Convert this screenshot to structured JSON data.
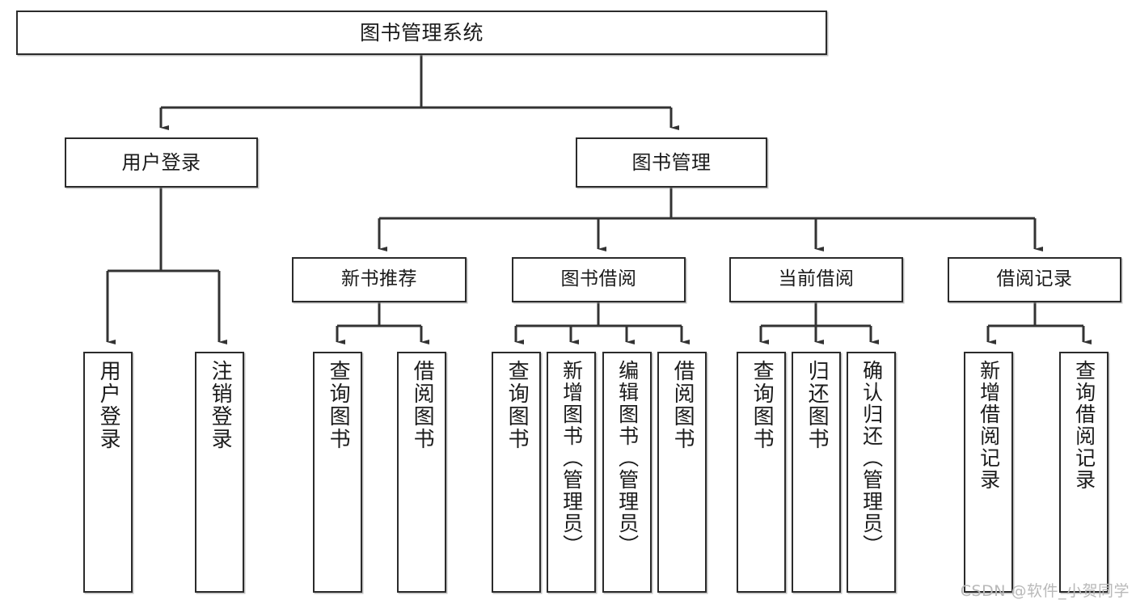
{
  "diagram": {
    "type": "tree-hierarchy-flowchart",
    "title": "图书管理系统",
    "watermark": "CSDN @软件_小贺同学",
    "colors": {
      "box_border": "#2b2b2b",
      "box_fill": "#ffffff",
      "connector": "#333333",
      "text": "#1b1b1b",
      "watermark": "#b9b9b9"
    },
    "root": {
      "label": "图书管理系统"
    },
    "level2": [
      {
        "label": "用户登录"
      },
      {
        "label": "图书管理"
      }
    ],
    "level3": [
      {
        "label": "新书推荐"
      },
      {
        "label": "图书借阅"
      },
      {
        "label": "当前借阅"
      },
      {
        "label": "借阅记录"
      }
    ],
    "leaves": {
      "user_login": [
        {
          "label": "用户登录"
        },
        {
          "label": "注销登录"
        }
      ],
      "new_book_recommend": [
        {
          "label": "查询图书"
        },
        {
          "label": "借阅图书"
        }
      ],
      "book_borrow": [
        {
          "label": "查询图书"
        },
        {
          "label": "新增图书（管理员）"
        },
        {
          "label": "编辑图书（管理员）"
        },
        {
          "label": "借阅图书"
        }
      ],
      "current_borrow": [
        {
          "label": "查询图书"
        },
        {
          "label": "归还图书"
        },
        {
          "label": "确认归还（管理员）"
        }
      ],
      "borrow_record": [
        {
          "label": "新增借阅记录"
        },
        {
          "label": "查询借阅记录"
        }
      ]
    }
  }
}
